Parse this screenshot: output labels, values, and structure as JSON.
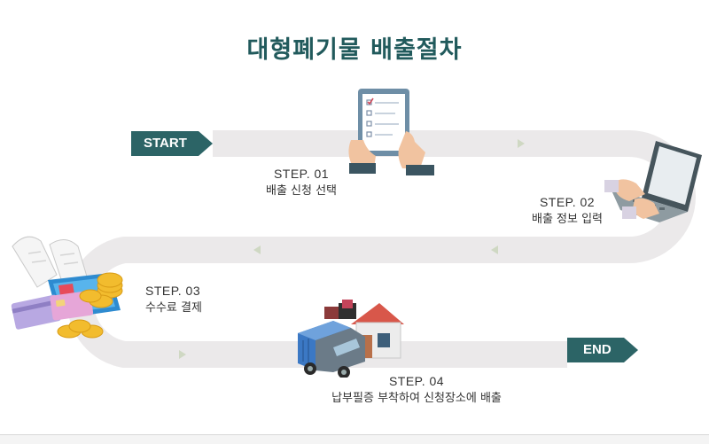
{
  "title": "대형폐기물 배출절차",
  "start_label": "START",
  "end_label": "END",
  "steps": [
    {
      "num": "STEP. 01",
      "desc": "배출 신청 선택",
      "icon": "tablet-checklist-icon"
    },
    {
      "num": "STEP. 02",
      "desc": "배출 정보 입력",
      "icon": "laptop-typing-icon"
    },
    {
      "num": "STEP. 03",
      "desc": "수수료 결제",
      "icon": "payment-cards-coins-icon"
    },
    {
      "num": "STEP. 04",
      "desc": "납부필증 부착하여 신청장소에 배출",
      "icon": "truck-house-icon"
    }
  ],
  "colors": {
    "accent": "#2c6466",
    "title": "#215a5c",
    "road": "#ebe9ea",
    "arrow": "#cfd8c3"
  }
}
